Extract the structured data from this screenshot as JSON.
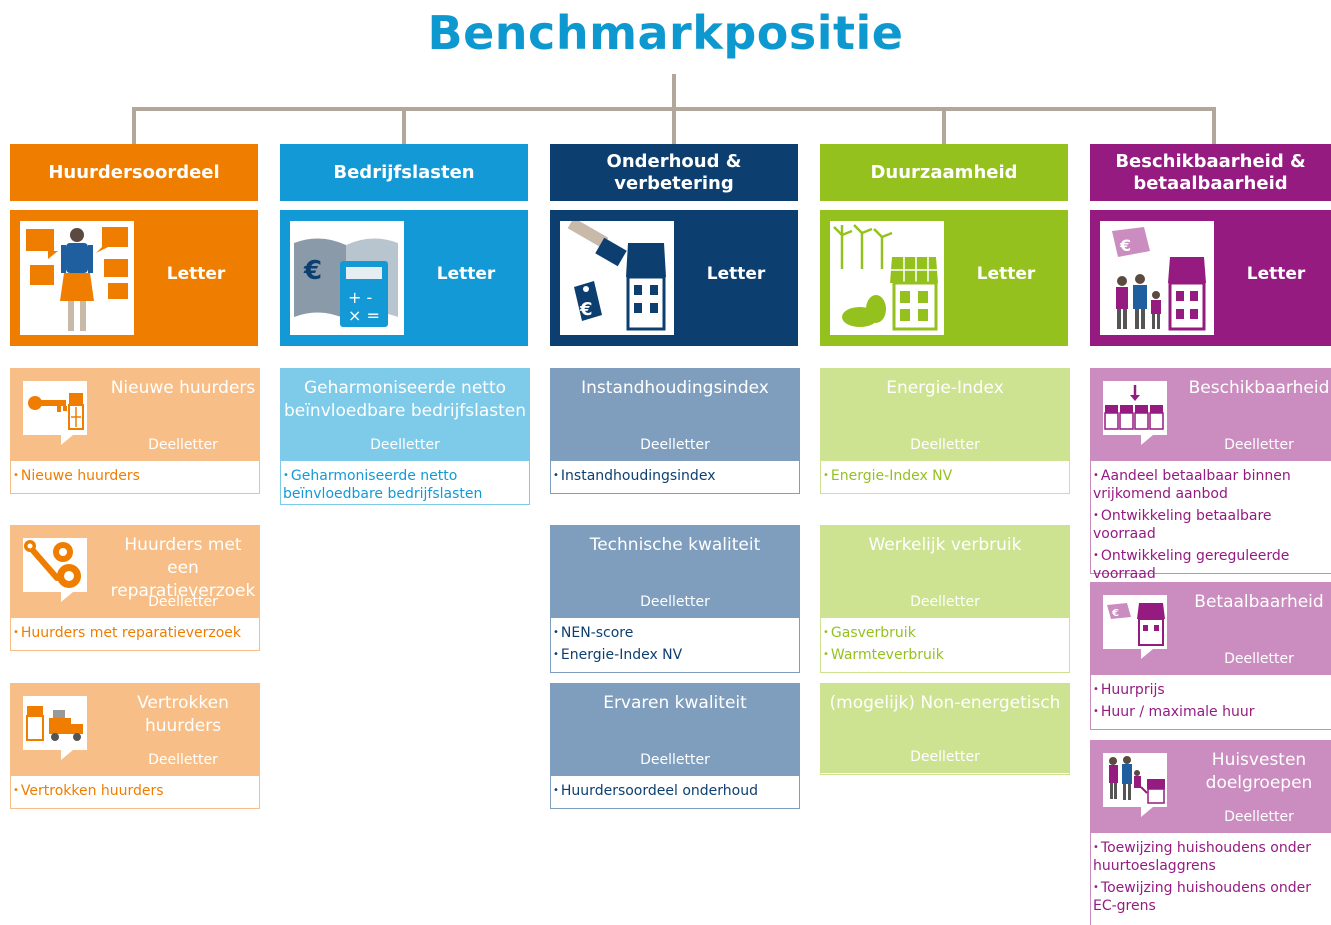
{
  "title": "Benchmarkpositie",
  "colors": {
    "title": "#0d99cf",
    "connector": "#b3a69b",
    "orange": "#ef7d00",
    "orange_light": "#f7bf87",
    "blue": "#139ad6",
    "blue_light": "#7dcae9",
    "navy": "#0c3f70",
    "navy_light": "#7f9ebd",
    "green": "#95c11f",
    "green_light": "#cde392",
    "purple": "#951b81",
    "purple_light": "#cb8dc0"
  },
  "columns": [
    {
      "header": "Huurdersoordeel",
      "letter": "Letter",
      "icon": "tenant-speech-icon",
      "subs": [
        {
          "name": "Nieuwe huurders",
          "deelletter": "Deelletter",
          "icon": "key-house-icon",
          "items": [
            "Nieuwe huurders"
          ]
        },
        {
          "name": "Huurders met een reparatieverzoek",
          "deelletter": "Deelletter",
          "icon": "wrench-gears-icon",
          "items": [
            "Huurders met reparatieverzoek"
          ]
        },
        {
          "name": "Vertrokken huurders",
          "deelletter": "Deelletter",
          "icon": "moving-truck-icon",
          "items": [
            "Vertrokken huurders"
          ]
        }
      ]
    },
    {
      "header": "Bedrijfslasten",
      "letter": "Letter",
      "icon": "book-calculator-icon",
      "subs": [
        {
          "name": "Geharmoniseerde netto beïnvloedbare bedrijfslasten",
          "deelletter": "Deelletter",
          "items": [
            "Geharmoniseerde netto beïnvloedbare bedrijfslasten"
          ]
        }
      ]
    },
    {
      "header": "Onderhoud & verbetering",
      "letter": "Letter",
      "icon": "paintbrush-house-icon",
      "subs": [
        {
          "name": "Instandhoudingsindex",
          "deelletter": "Deelletter",
          "items": [
            "Instandhoudingsindex"
          ]
        },
        {
          "name": "Technische kwaliteit",
          "deelletter": "Deelletter",
          "items": [
            "NEN-score",
            "Energie-Index NV"
          ]
        },
        {
          "name": "Ervaren kwaliteit",
          "deelletter": "Deelletter",
          "items": [
            "Huurdersoordeel onderhoud"
          ]
        }
      ]
    },
    {
      "header": "Duurzaamheid",
      "letter": "Letter",
      "icon": "wind-solar-icon",
      "subs": [
        {
          "name": "Energie-Index",
          "deelletter": "Deelletter",
          "items": [
            "Energie-Index NV"
          ]
        },
        {
          "name": "Werkelijk verbruik",
          "deelletter": "Deelletter",
          "items": [
            "Gasverbruik",
            "Warmteverbruik"
          ]
        },
        {
          "name": "(mogelijk) Non-energetisch",
          "deelletter": "Deelletter",
          "items": []
        }
      ]
    },
    {
      "header": "Beschikbaarheid & betaalbaarheid",
      "letter": "Letter",
      "icon": "family-house-price-icon",
      "subs": [
        {
          "name": "Beschikbaarheid",
          "deelletter": "Deelletter",
          "icon": "row-houses-icon",
          "items": [
            "Aandeel betaalbaar binnen vrijkomend aanbod",
            "Ontwikkeling betaalbare voorraad",
            "Ontwikkeling gereguleerde voorraad"
          ]
        },
        {
          "name": "Betaalbaarheid",
          "deelletter": "Deelletter",
          "icon": "price-tag-house-icon",
          "items": [
            "Huurprijs",
            "Huur / maximale huur"
          ]
        },
        {
          "name": "Huisvesten doelgroepen",
          "deelletter": "Deelletter",
          "icon": "family-house-icon",
          "items": [
            "Toewijzing huishoudens onder huurtoeslaggrens",
            "Toewijzing huishoudens onder EC-grens"
          ]
        }
      ]
    }
  ]
}
